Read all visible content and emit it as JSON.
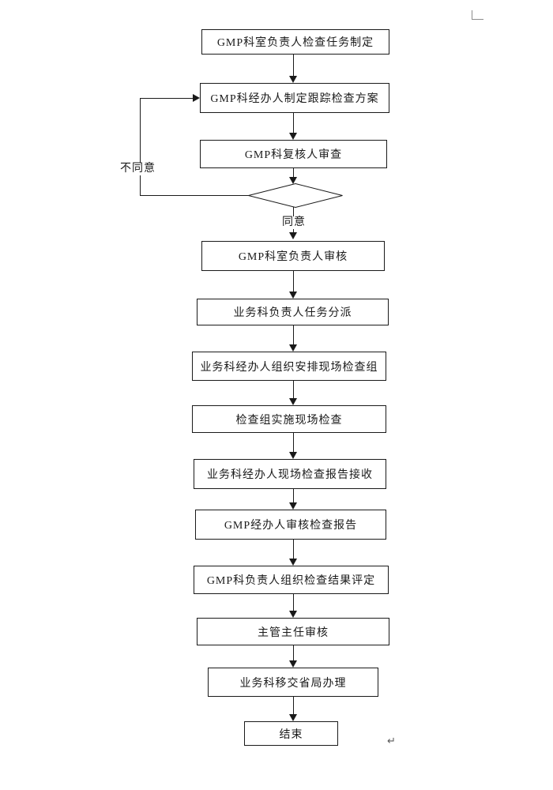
{
  "page": {
    "paragraph_mark": "↵"
  },
  "flowchart": {
    "nodes": [
      {
        "label": "GMP科室负责人检查任务制定"
      },
      {
        "label": "GMP科经办人制定跟踪检查方案"
      },
      {
        "label": "GMP科复核人审查"
      },
      {
        "label": "GMP科室负责人审核"
      },
      {
        "label": "业务科负责人任务分派"
      },
      {
        "label": "业务科经办人组织安排现场检查组"
      },
      {
        "label": "检查组实施现场检查"
      },
      {
        "label": "业务科经办人现场检查报告接收"
      },
      {
        "label": "GMP经办人审核检查报告"
      },
      {
        "label": "GMP科负责人组织检查结果评定"
      },
      {
        "label": "主管主任审核"
      },
      {
        "label": "业务科移交省局办理"
      },
      {
        "label": "结束"
      }
    ],
    "decision": {
      "agree_label": "同意",
      "disagree_label": "不同意"
    },
    "colors": {
      "line": "#1a1a1a",
      "background": "#ffffff",
      "margin_mark": "#8c8c8c"
    }
  }
}
